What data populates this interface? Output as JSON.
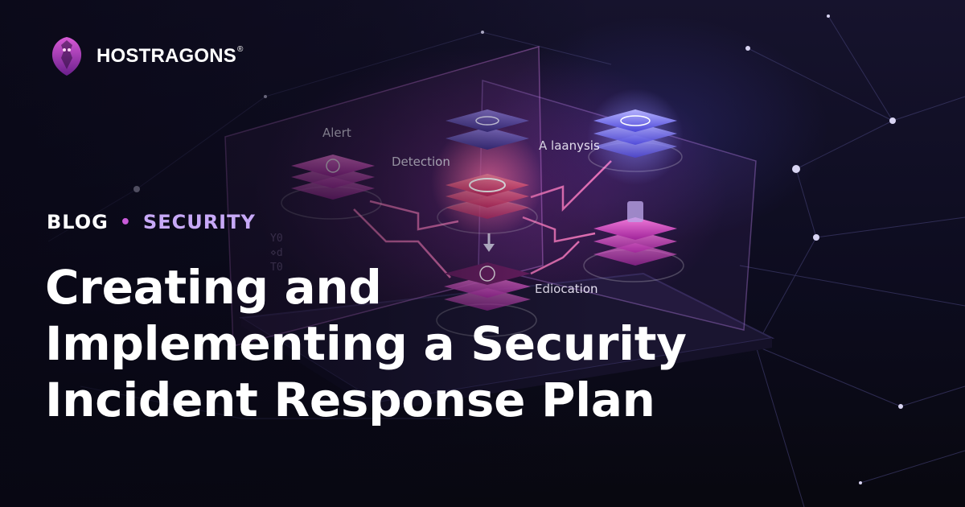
{
  "brand": {
    "name": "HOSTRAGONS",
    "registered": "®"
  },
  "category": {
    "first": "BLOG",
    "separator": "•",
    "second": "SECURITY"
  },
  "title_lines": [
    "Creating and",
    "Implementing a Security",
    "Incident Response Plan"
  ],
  "illustration": {
    "labels": {
      "alert": "Alert",
      "detection": "Detection",
      "analysis": "A laanysis",
      "edication": "Ediocation"
    },
    "side_glyphs": [
      "Y0",
      "⋄d",
      "T0"
    ]
  },
  "colors": {
    "background": "#0d0c1f",
    "accent_pink": "#e24fc9",
    "accent_violet": "#c7a9f7",
    "accent_blue": "#6c6cff"
  }
}
